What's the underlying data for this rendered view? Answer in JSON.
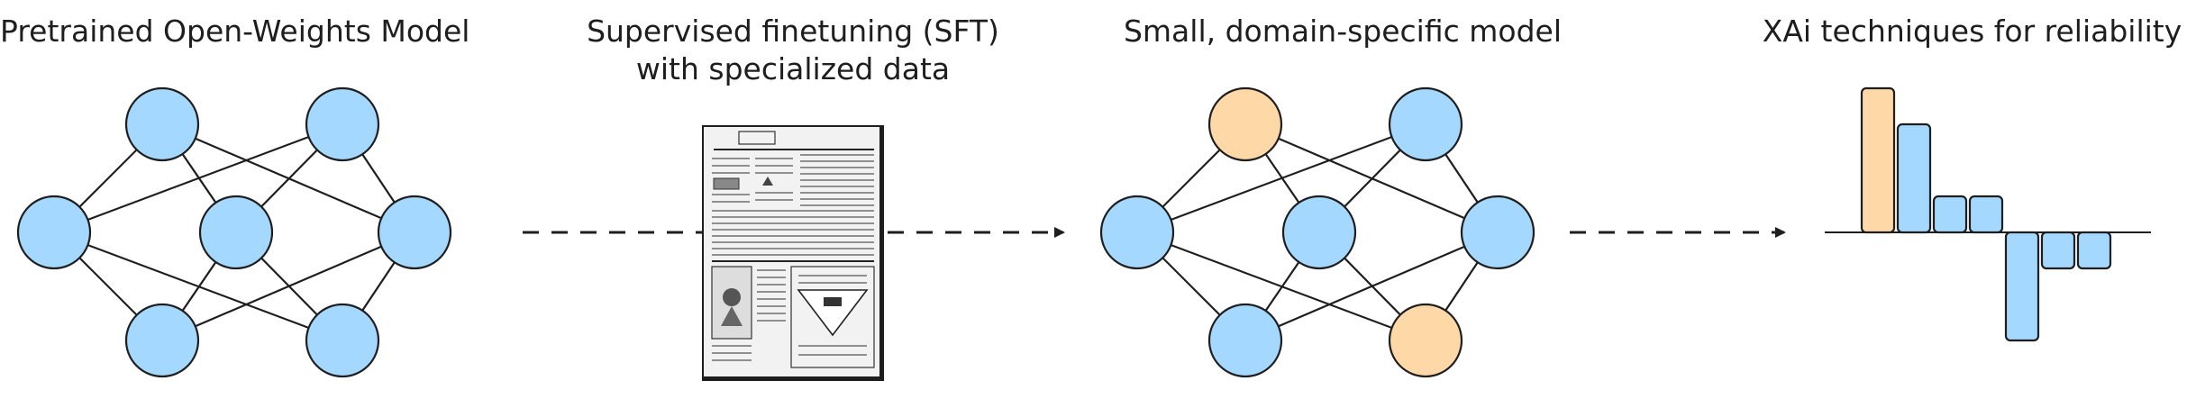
{
  "captions": {
    "pretrained": "Pretrained Open-Weights Model",
    "sft_line1": "Supervised finetuning (SFT)",
    "sft_line2": "with specialized data",
    "small_model": "Small, domain-specific model",
    "xai": "XAi techniques for reliability"
  },
  "colors": {
    "node_blue": "#a5d8ff",
    "node_orange": "#ffd8a8",
    "stroke": "#1e1e1e"
  },
  "attribution_bars": {
    "values": [
      4,
      3,
      1,
      1,
      -3,
      -1,
      -1
    ],
    "colors": [
      "orange",
      "blue",
      "blue",
      "blue",
      "blue",
      "blue",
      "blue"
    ]
  },
  "document_scan": {
    "description_icon": "newspaper-scan-icon"
  }
}
